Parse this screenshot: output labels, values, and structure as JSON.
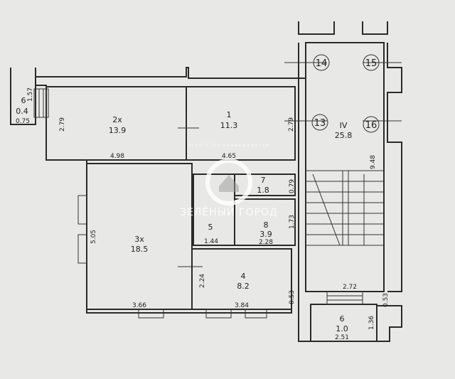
{
  "rooms": [
    {
      "id": "2x",
      "area": "13.9",
      "dims": [
        "4.98",
        "2.79"
      ]
    },
    {
      "id": "1",
      "area": "11.3",
      "dims": [
        "4.65",
        "2.79"
      ]
    },
    {
      "id": "6",
      "area": "0.4",
      "dims": [
        "0.75",
        "1.57"
      ]
    },
    {
      "id": "3x",
      "area": "18.5",
      "dims": [
        "3.66",
        "5.05"
      ]
    },
    {
      "id": "7",
      "area": "1.8",
      "dims": [
        "0.79"
      ]
    },
    {
      "id": "5",
      "area": "",
      "dims": [
        "1.44"
      ]
    },
    {
      "id": "8",
      "area": "3.9",
      "dims": [
        "2.28",
        "1.73"
      ]
    },
    {
      "id": "4",
      "area": "8.2",
      "dims": [
        "3.84",
        "2.24",
        "0.53"
      ]
    },
    {
      "id": "IV",
      "area": "25.8",
      "dims": [
        "9.48",
        "2.72",
        "0.53"
      ]
    },
    {
      "id": "6",
      "area": "1.0",
      "dims": [
        "2.51",
        "1.36"
      ]
    }
  ],
  "markers": [
    "14",
    "15",
    "13",
    "16"
  ],
  "watermark": {
    "brand": "ЗЕЛЁНЫЙ ГОРОД",
    "tagline": "агентство недвижимости"
  }
}
